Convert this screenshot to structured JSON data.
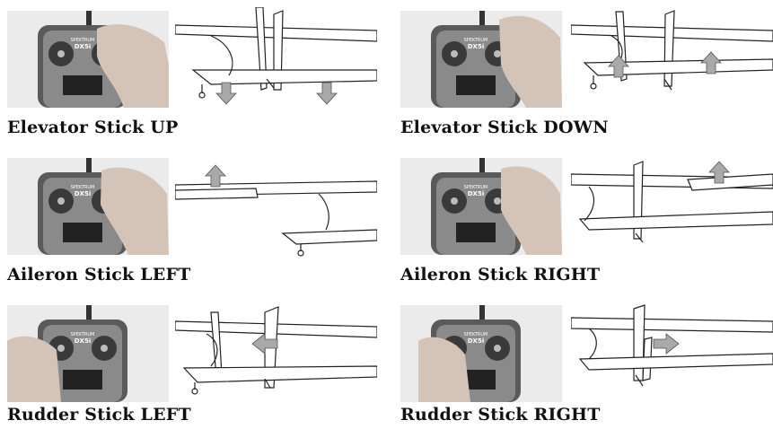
{
  "panels": [
    {
      "caption": "Elevator Stick UP",
      "brand": "SPEKTRUM",
      "model": "DX5i",
      "surface": "elevator",
      "direction": "down"
    },
    {
      "caption": "Elevator Stick DOWN",
      "brand": "SPEKTRUM",
      "model": "DX5i",
      "surface": "elevator",
      "direction": "up"
    },
    {
      "caption": "Aileron Stick LEFT",
      "brand": "SPEKTRUM",
      "model": "DX5i",
      "surface": "aileron",
      "direction": "up"
    },
    {
      "caption": "Aileron Stick RIGHT",
      "brand": "SPEKTRUM",
      "model": "DX5i",
      "surface": "aileron",
      "direction": "up"
    },
    {
      "caption": "Rudder Stick LEFT",
      "brand": "SPEKTRUM",
      "model": "DX5i",
      "surface": "rudder",
      "direction": "left"
    },
    {
      "caption": "Rudder Stick RIGHT",
      "brand": "SPEKTRUM",
      "model": "DX5i",
      "surface": "rudder",
      "direction": "right"
    }
  ],
  "colors": {
    "arrow": "#a9a9a9",
    "transmitter": "#555555",
    "skin": "#c9b9ad",
    "line": "#222222"
  }
}
